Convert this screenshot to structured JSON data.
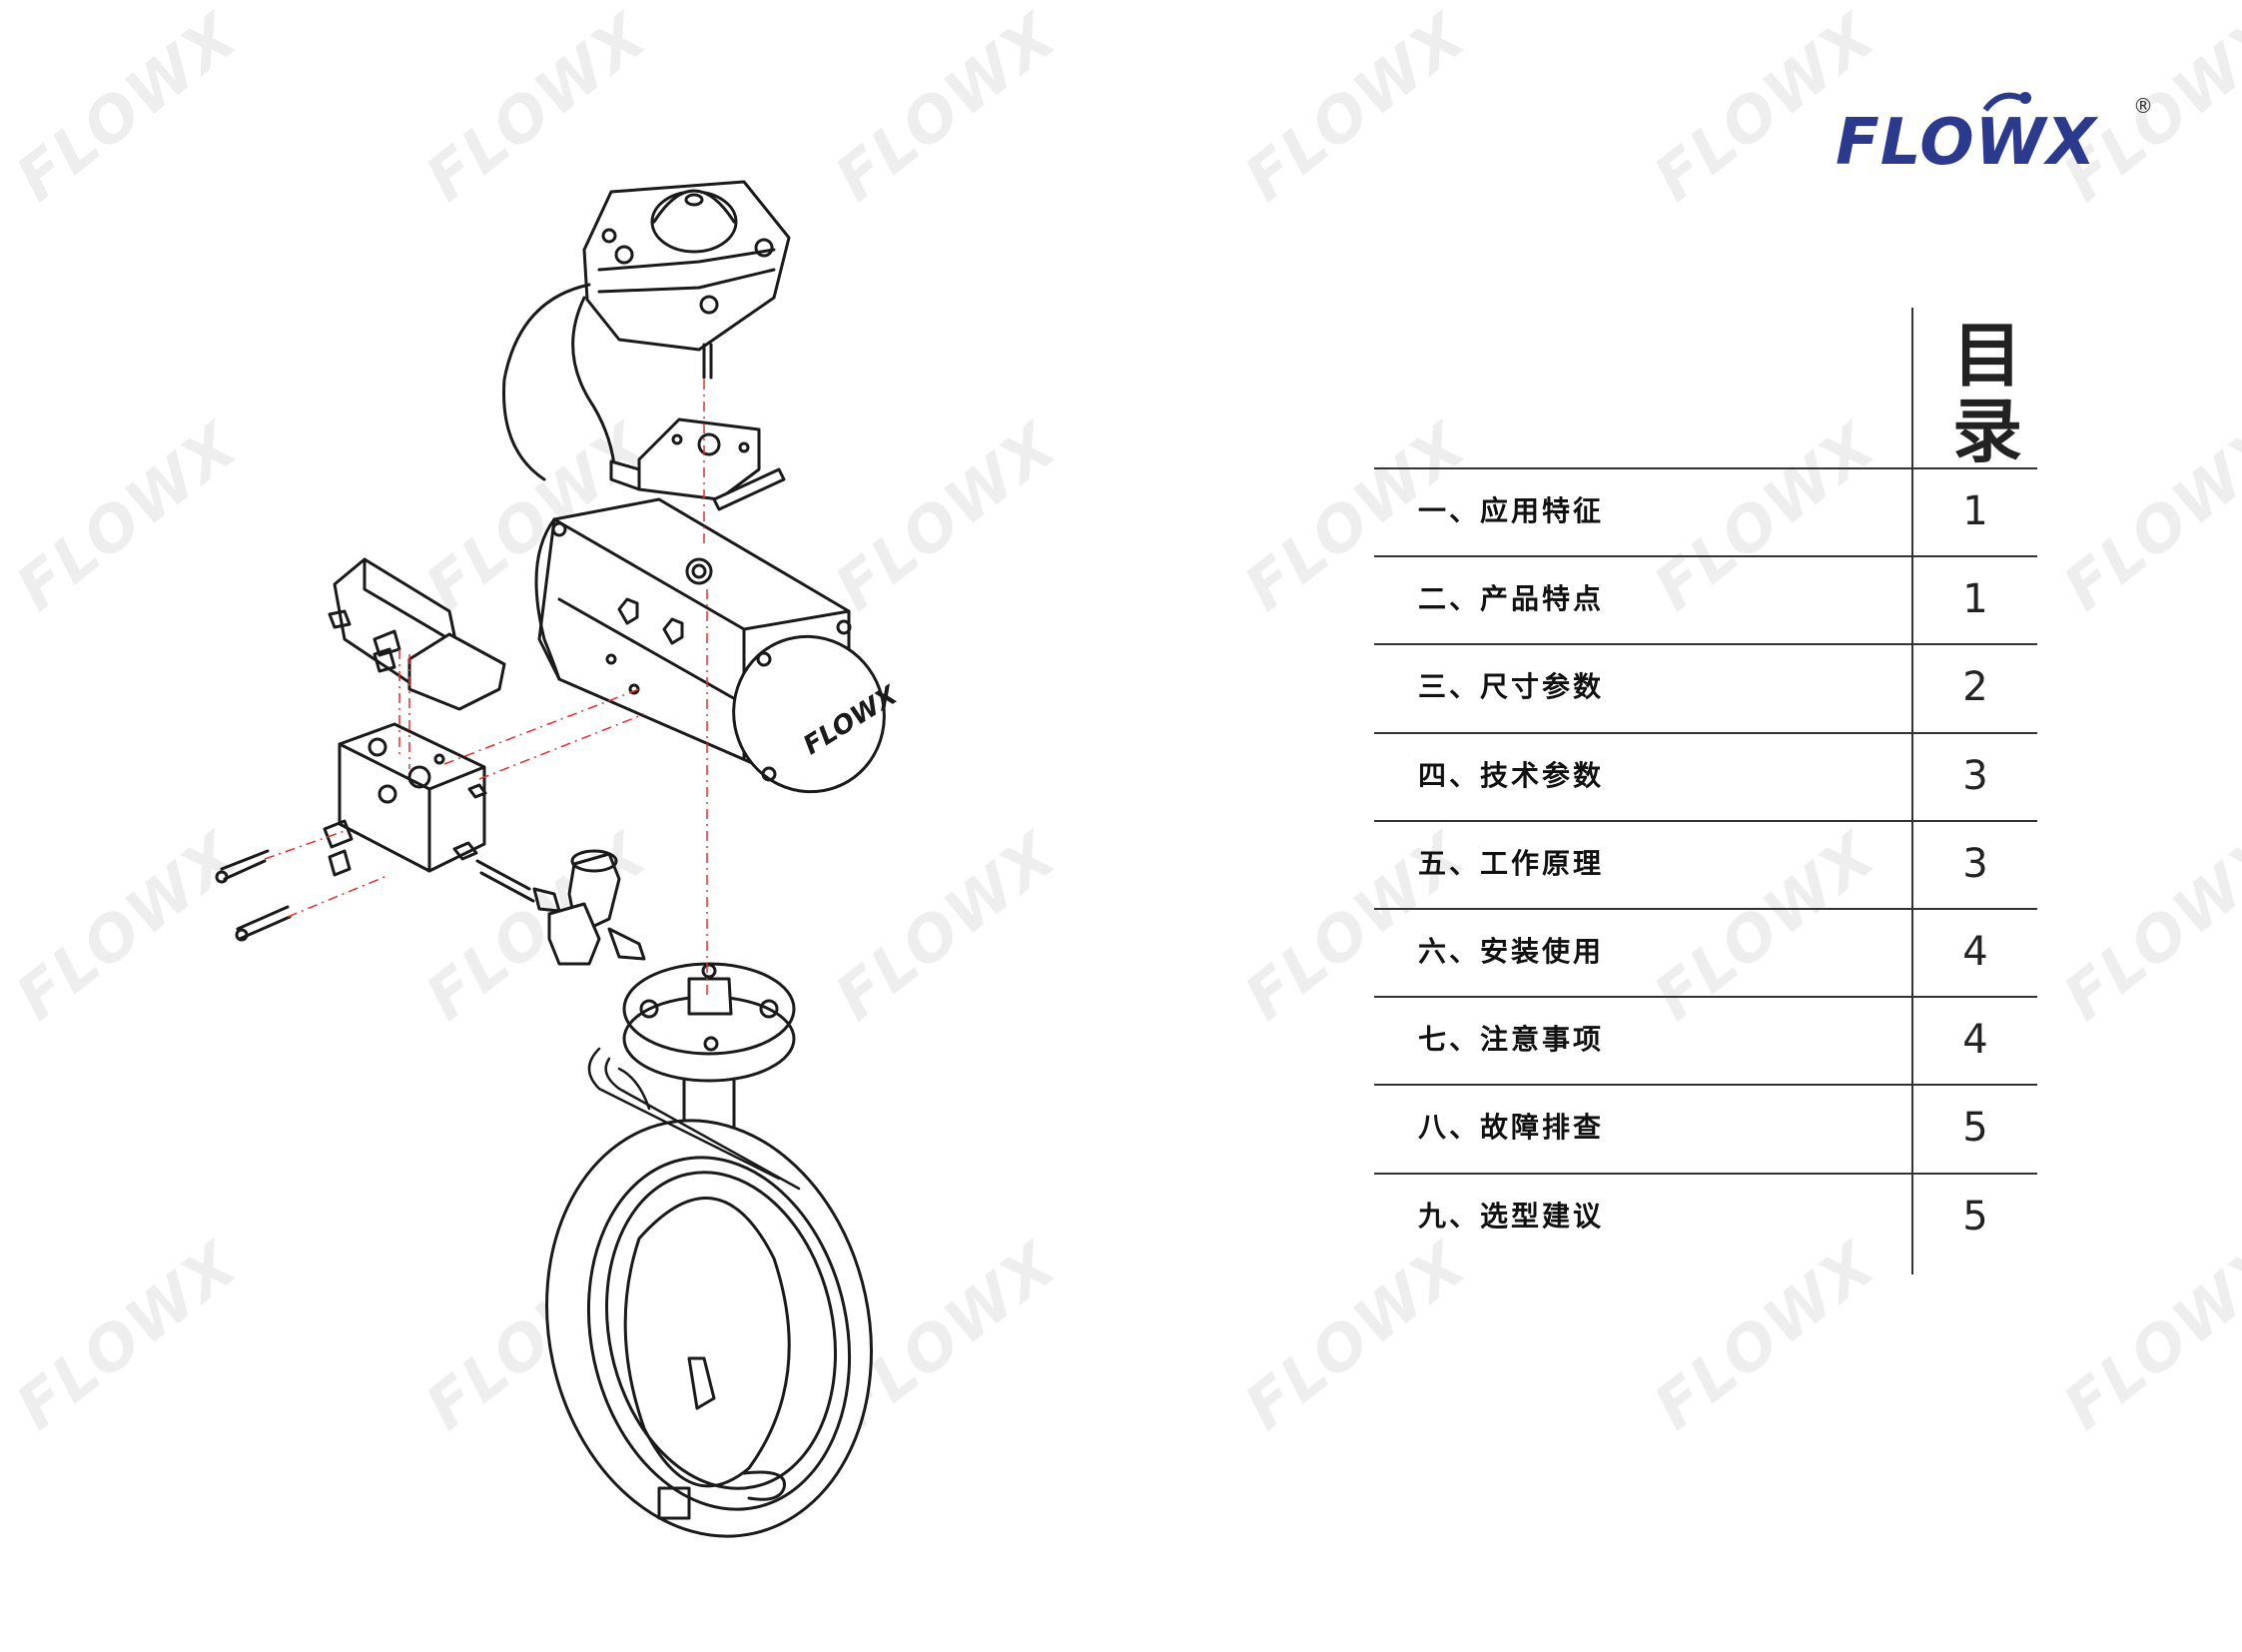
{
  "brand": {
    "name": "FLOWX",
    "registered_mark": "®",
    "logo_color": "#2b3a8c",
    "watermark_text": "FLOWX",
    "watermark_color": "#eeeeee"
  },
  "diagram": {
    "actuator_brand_label": "FLOWX",
    "dash_color": "#e03030",
    "line_color": "#1a1a1a"
  },
  "toc": {
    "title_line1": "目",
    "title_line2": "录",
    "items": [
      {
        "label": "一、应用特征",
        "page": "1"
      },
      {
        "label": "二、产品特点",
        "page": "1"
      },
      {
        "label": "三、尺寸参数",
        "page": "2"
      },
      {
        "label": "四、技术参数",
        "page": "3"
      },
      {
        "label": "五、工作原理",
        "page": "3"
      },
      {
        "label": "六、安装使用",
        "page": "4"
      },
      {
        "label": "七、注意事项",
        "page": "4"
      },
      {
        "label": "八、故障排查",
        "page": "5"
      },
      {
        "label": "九、选型建议",
        "page": "5"
      }
    ]
  }
}
